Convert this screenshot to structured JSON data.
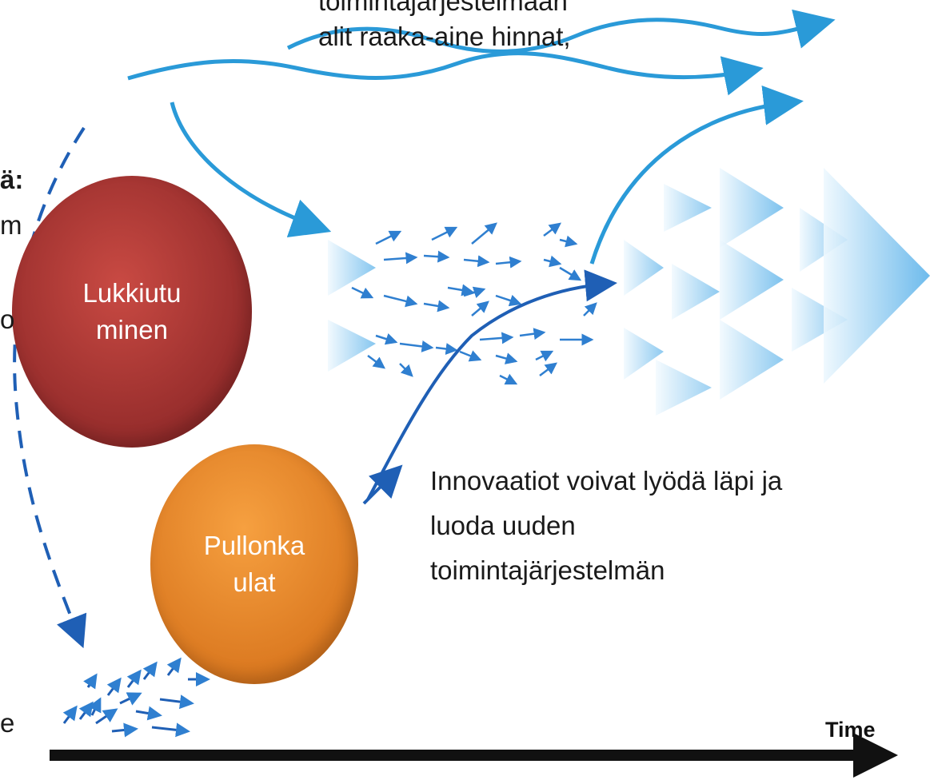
{
  "top_text": {
    "line1": "toimintajärjestelmään",
    "line2": "alit raaka-aine hinnat,"
  },
  "left_fragments": {
    "colon_bold": "ä:",
    "frag_m": "m",
    "frag_o": "o",
    "frag_e": "e"
  },
  "lock_in": {
    "line1": "Lukkiutu",
    "line2": "minen",
    "color": "#a8312f"
  },
  "bottleneck": {
    "line1": "Pullonka",
    "line2": "ulat",
    "color": "#ef8a2b"
  },
  "innovation_text": {
    "line1": "Innovaatiot voivat lyödä läpi ja",
    "line2": "luoda uuden",
    "line3": "toimintajärjestelmän"
  },
  "time_axis": {
    "label": "Time",
    "color": "#111111"
  },
  "colors": {
    "arrow_blue": "#2a9ad8",
    "dark_blue": "#1f5fb5",
    "light_blue": "#9fd3f2"
  }
}
